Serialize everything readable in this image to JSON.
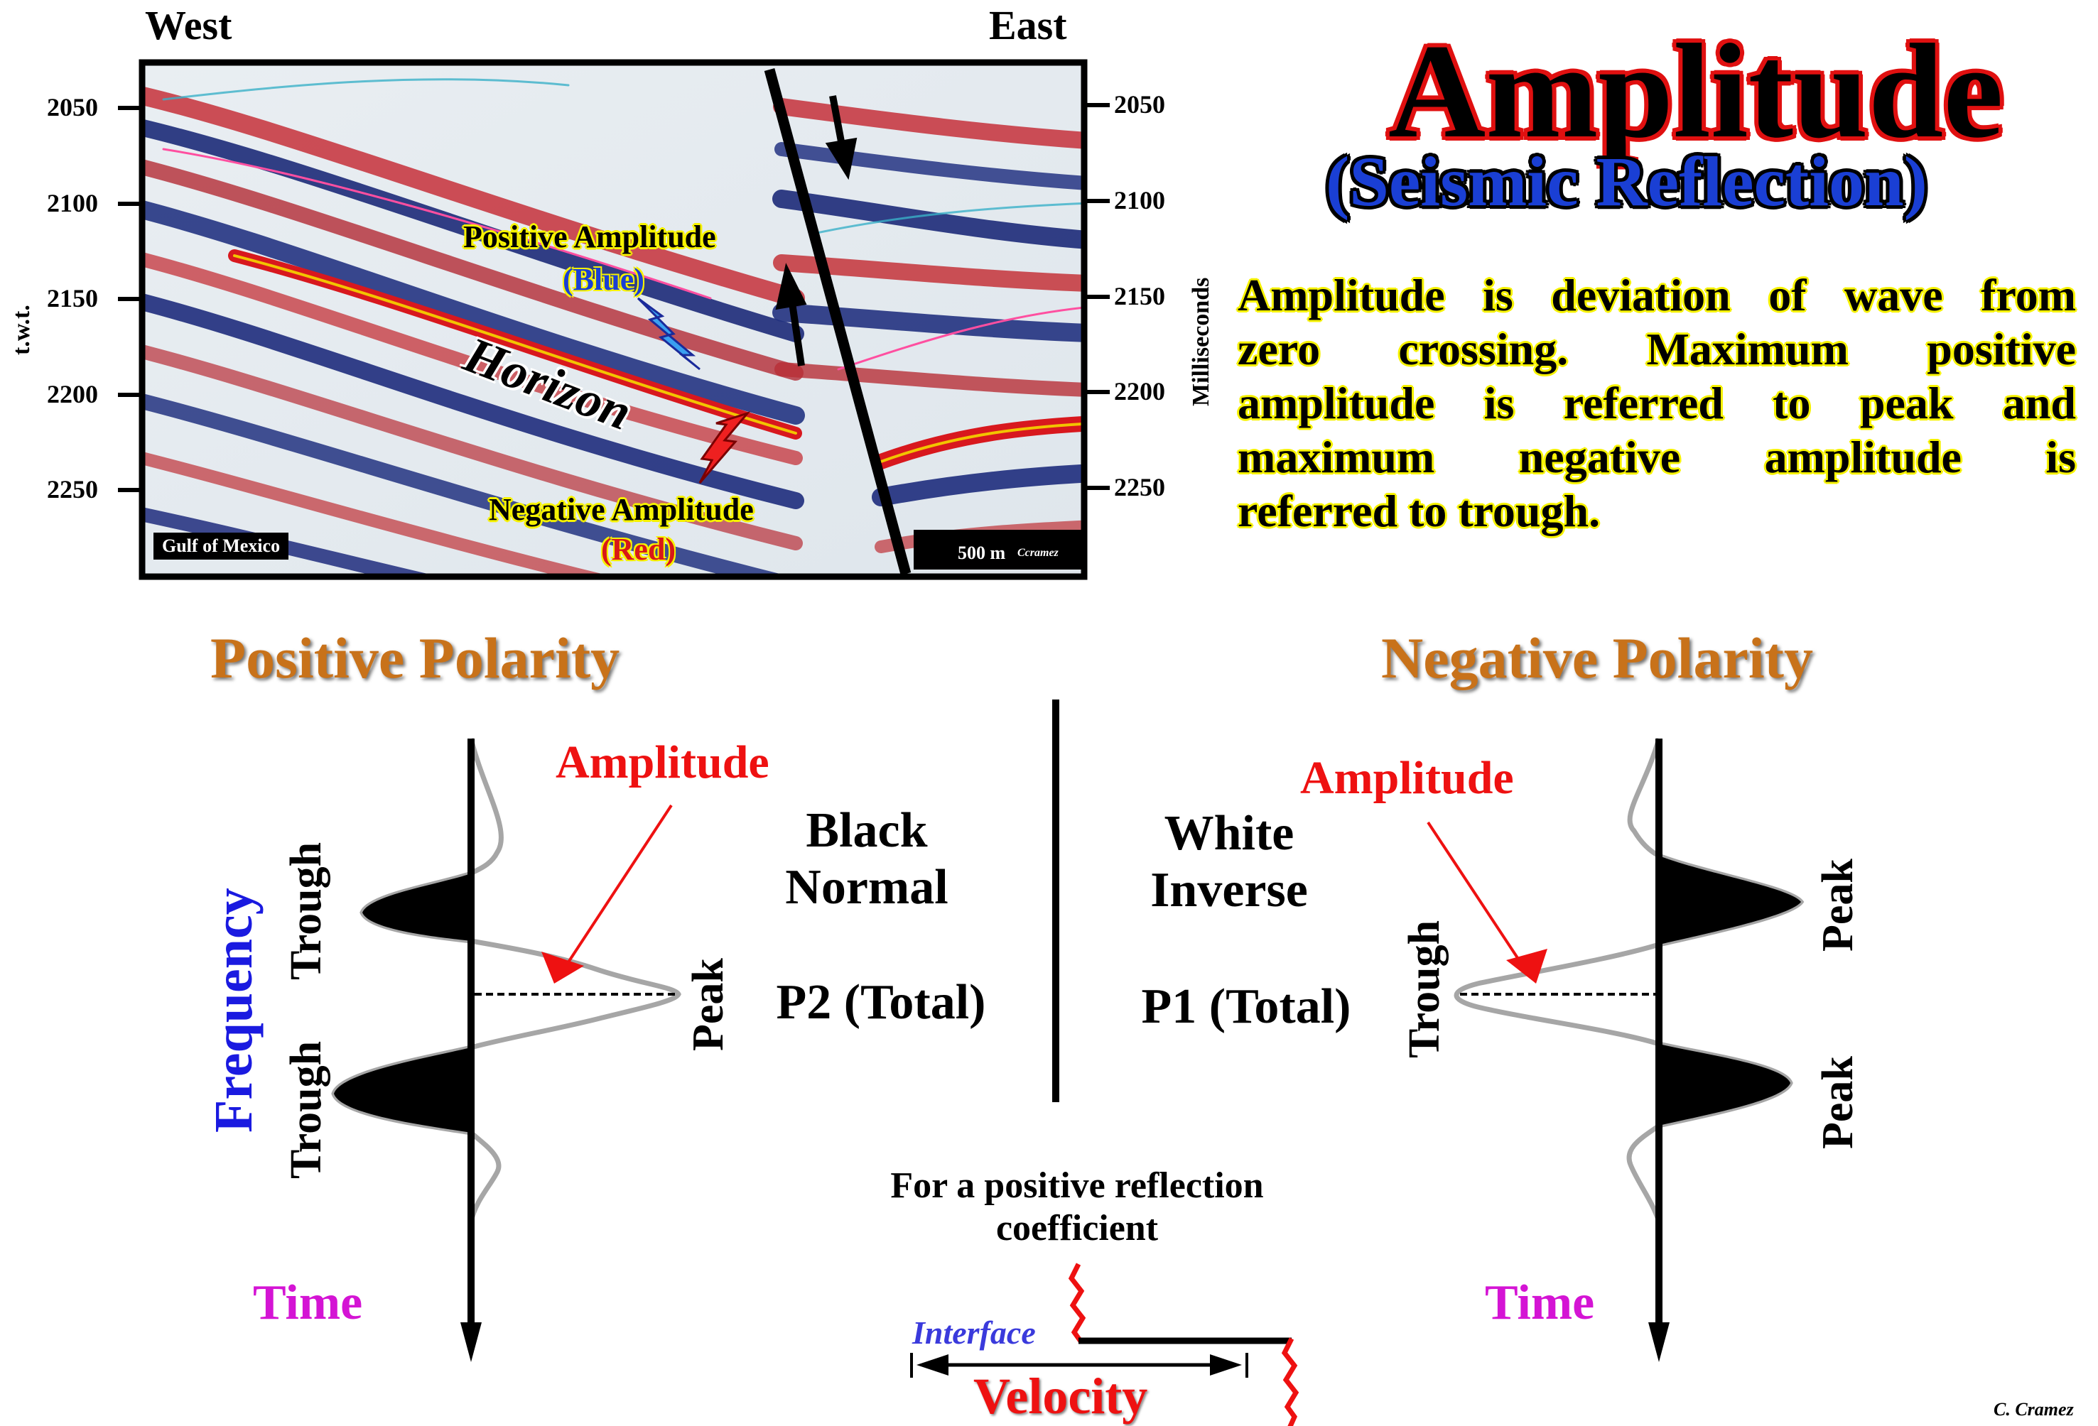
{
  "seismic": {
    "west": "West",
    "east": "East",
    "left_axis_title": "t.w.t.",
    "right_axis_title": "Milliseconds",
    "ticks": [
      "2050",
      "2100",
      "2150",
      "2200",
      "2250"
    ],
    "positive_amplitude": "Positive Amplitude",
    "blue": "(Blue)",
    "horizon": "Horizon",
    "negative_amplitude": "Negative Amplitude",
    "red": "(Red)",
    "location": "Gulf of Mexico",
    "scale": "500 m",
    "scale_credit": "Ccramez"
  },
  "title": {
    "main": "Amplitude",
    "sub": "(Seismic Reflection)"
  },
  "description": {
    "lines": [
      "Amplitude is deviation of wave from",
      "zero crossing. Maximum positive",
      "amplitude is referred to peak and",
      "maximum negative amplitude is",
      "referred to trough."
    ]
  },
  "left_panel": {
    "heading": "Positive Polarity",
    "amplitude": "Amplitude",
    "trough_upper": "Trough",
    "trough_lower": "Trough",
    "peak": "Peak",
    "frequency": "Frequency",
    "time": "Time"
  },
  "center": {
    "left_l1": "Black",
    "left_l2": "Normal",
    "left_total": "P2 (Total)",
    "right_l1": "White",
    "right_l2": "Inverse",
    "right_total": "P1 (Total)",
    "coefficient_l1": "For a positive reflection",
    "coefficient_l2": "coefficient",
    "interface": "Interface",
    "velocity": "Velocity"
  },
  "right_panel": {
    "heading": "Negative Polarity",
    "amplitude": "Amplitude",
    "trough": "Trough",
    "peak_upper": "Peak",
    "peak_lower": "Peak",
    "time": "Time"
  },
  "credit": "C. Cramez",
  "colors": {
    "title_outline": "#e01010",
    "subtitle": "#1a3fd4",
    "highlight": "#f6f200",
    "polarity_heading": "#c8721a",
    "amplitude_red": "#ee1111",
    "time_magenta": "#d414d4",
    "frequency_blue": "#1a1ae0"
  }
}
